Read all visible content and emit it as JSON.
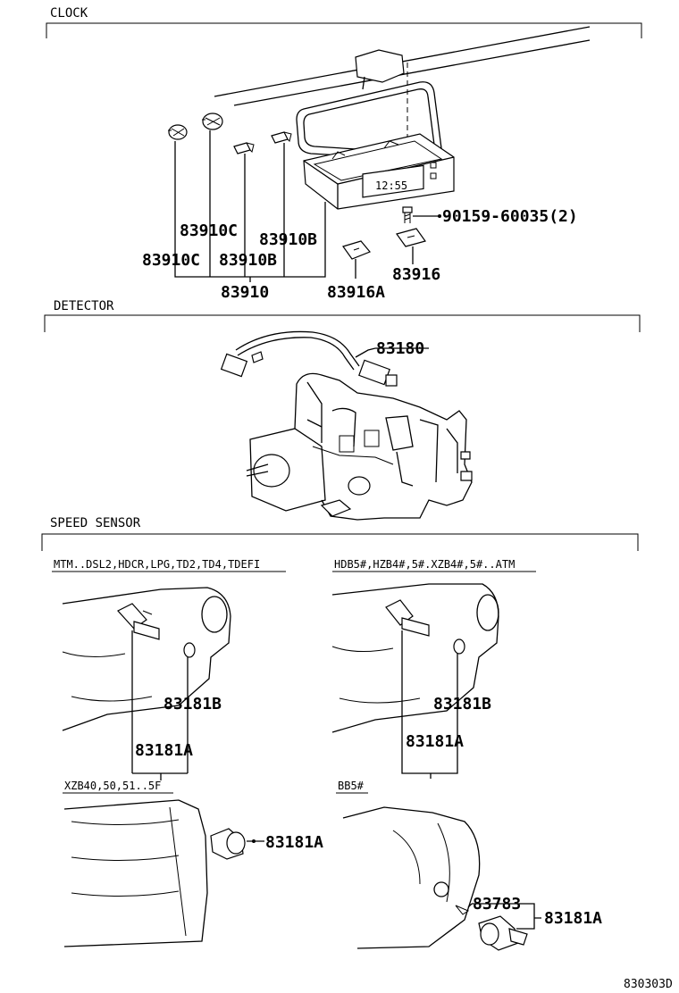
{
  "sections": {
    "clock": "CLOCK",
    "detector": "DETECTOR",
    "speed_sensor": "SPEED SENSOR"
  },
  "clock_parts": {
    "p83910C_a": "83910C",
    "p83910C_b": "83910C",
    "p83910B_a": "83910B",
    "p83910B_b": "83910B",
    "p83910": "83910",
    "p83916A": "83916A",
    "p83916": "83916",
    "screw": "90159-60035(2)",
    "display": "12:55"
  },
  "detector_parts": {
    "p83180": "83180"
  },
  "speed_sensor": {
    "variant1": "MTM..DSL2,HDCR,LPG,TD2,TD4,TDEFI",
    "variant2": "HDB5#,HZB4#,5#.XZB4#,5#..ATM",
    "variant3": "XZB40,50,51..5F",
    "variant4": "BB5#",
    "v1_83181B": "83181B",
    "v1_83181A": "83181A",
    "v2_83181B": "83181B",
    "v2_83181A": "83181A",
    "v3_83181A": "83181A",
    "v4_83783": "83783",
    "v4_83181A": "83181A"
  },
  "footer_code": "830303D"
}
